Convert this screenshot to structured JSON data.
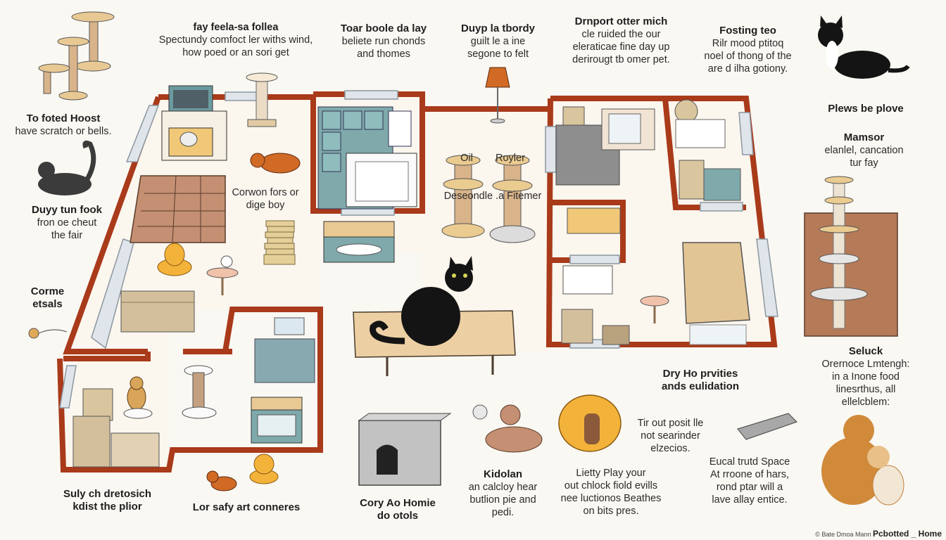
{
  "infographic": {
    "subject": "Cat-friendly home floor plan",
    "colors": {
      "background": "#faf8f3",
      "wall": "#a93a1a",
      "floor": "#fbf6ee",
      "window": "#cfd6dc",
      "teal_furniture": "#7fa9ab",
      "wood": "#e8c994",
      "sofa": "#c48f72",
      "scratch_board": "#b57a58",
      "orange_cat": "#d06a25",
      "black_cat": "#141414",
      "gray_cat": "#3b3b3b",
      "pumpkin_bed": "#f3b23a"
    },
    "labels": [
      {
        "id": "top-1",
        "title": "fay feela-sa follea",
        "body": [
          "Spectundy comfoct ler withs wind,",
          "how poed or an sori get"
        ]
      },
      {
        "id": "top-2",
        "title": "Toar boole da lay",
        "body": [
          "beliete run chonds",
          "and thomes"
        ]
      },
      {
        "id": "top-3",
        "title": "Duyp la tbordy",
        "body": [
          "guilt le a ine",
          "segone to felt"
        ]
      },
      {
        "id": "top-4",
        "title": "Drnport otter mich",
        "body": [
          "cle ruided the our",
          "eleraticae fine day up",
          "derirougt tb omer pet."
        ]
      },
      {
        "id": "top-5",
        "title": "Fosting teo",
        "body": [
          "Rilr mood ptitoq",
          "noel of thong of the",
          "are d ilha gotiony."
        ]
      },
      {
        "id": "left-1",
        "title": "To foted Hoost",
        "body": [
          "have scratch or bells."
        ]
      },
      {
        "id": "left-2",
        "title": "Duyy tun fook",
        "body": [
          "fron oe cheut",
          "the fair"
        ]
      },
      {
        "id": "left-3",
        "title": "Corme",
        "body": [
          "etsals"
        ]
      },
      {
        "id": "plan-1",
        "title": "",
        "body": [
          "Corwon fors or",
          "dige boy"
        ]
      },
      {
        "id": "plan-2",
        "title": "",
        "body": [
          "Oil        Royler",
          "Deseondle .a Fitemer"
        ]
      },
      {
        "id": "plan-3",
        "title": "Dry Ho prvities",
        "body": [
          "ands eulidation"
        ]
      },
      {
        "id": "right-1",
        "title": "Plews be plove",
        "body": []
      },
      {
        "id": "right-2",
        "title": "Mamsor",
        "body": [
          "elanlel, cancation",
          "tur fay"
        ]
      },
      {
        "id": "right-3",
        "title": "Seluck",
        "body": [
          "Orernoce Lmtengh:",
          "in a Inone food",
          "linesrthus, all",
          "ellelcblem:"
        ]
      },
      {
        "id": "bottom-1",
        "title": "Suly ch dretosich",
        "body": []
      },
      {
        "id": "bottom-1b",
        "title": "kdist the plior",
        "body": []
      },
      {
        "id": "bottom-2",
        "title": "Lor safy art conneres",
        "body": []
      },
      {
        "id": "bottom-3",
        "title": "Cory Ao Homie",
        "body": []
      },
      {
        "id": "bottom-3b",
        "title": "do otols",
        "body": []
      },
      {
        "id": "bottom-4",
        "title": "Kidolan",
        "body": [
          "an calcloy hear",
          "butlion pie and",
          "pedi."
        ]
      },
      {
        "id": "bottom-5",
        "title": "",
        "body": [
          "Lietty Play your",
          "out chlock fiold evills",
          "nee luctionos Beathes",
          "on bits pres."
        ]
      },
      {
        "id": "bottom-6",
        "title": "",
        "body": [
          "Tir out posit lle",
          "not searinder",
          "elzecios."
        ]
      },
      {
        "id": "bottom-7",
        "title": "",
        "body": [
          "Eucal trutd Space",
          "At rroone of hars,",
          "rond ptar will a",
          "lave allay entice."
        ]
      }
    ],
    "credit": {
      "small": "© Bate Dmoa Mann",
      "big": "Pcbotted _ Home"
    }
  }
}
